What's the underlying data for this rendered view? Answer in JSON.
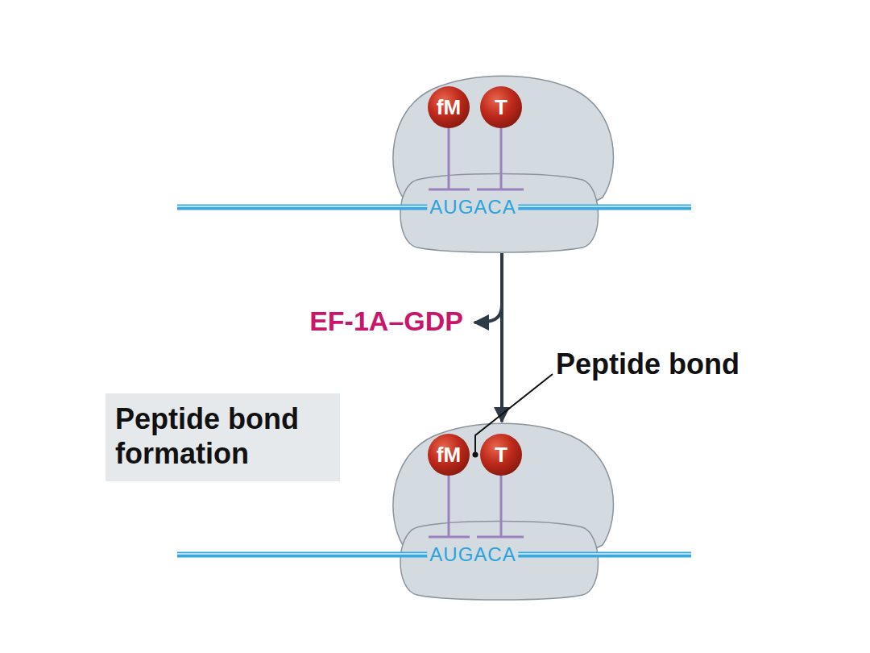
{
  "diagram": {
    "nodes": [
      {
        "text": [
          "AUGACA"
        ]
      },
      {
        "text": [
          "fM"
        ],
        "in": 0
      },
      {
        "text": [
          "T"
        ],
        "in": 0
      },
      {
        "text": [
          "Peptide bond formation"
        ]
      },
      {
        "text": [
          "AUGACA"
        ]
      },
      {
        "text": [
          "fM"
        ],
        "in": 4
      },
      {
        "text": [
          "T"
        ],
        "in": 4
      }
    ],
    "edges": [
      {
        "from": 0,
        "to": 4,
        "arrow": "to"
      }
    ],
    "labels": [
      "EF-1A–GDP",
      "Peptide bond"
    ]
  }
}
